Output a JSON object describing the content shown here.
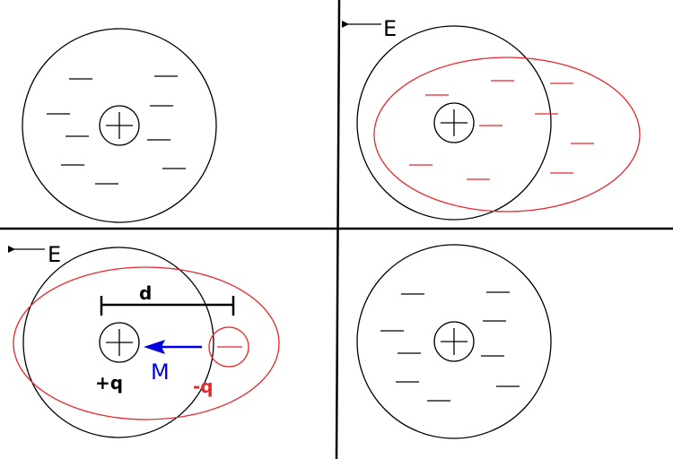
{
  "labels": {
    "field_top": "E",
    "field_bottom": "E",
    "distance": "d",
    "moment": "M",
    "positive_charge": "+q",
    "negative_charge": "-q"
  },
  "colors": {
    "black": "#000000",
    "red": "#e8262b",
    "blue": "#0000e0"
  }
}
